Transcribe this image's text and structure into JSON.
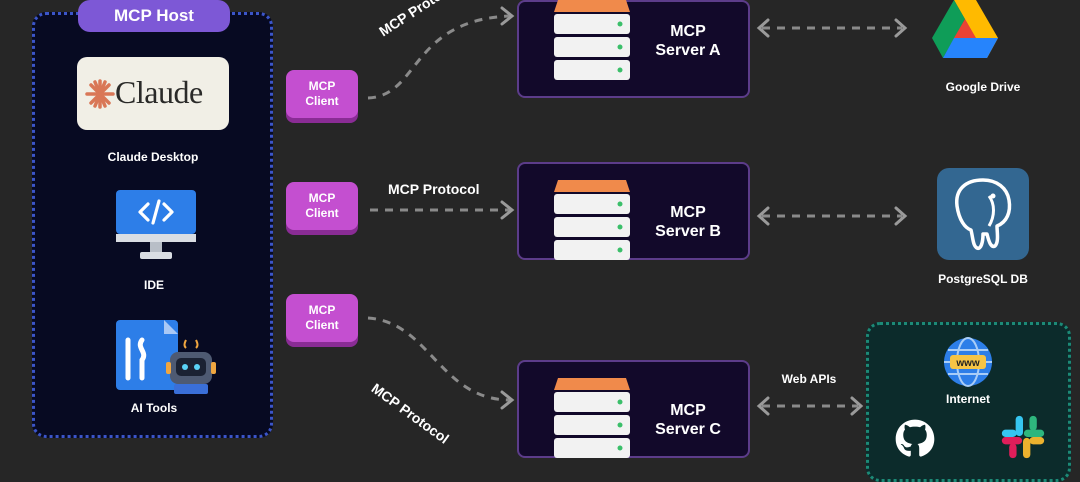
{
  "host": {
    "title": "MCP Host",
    "apps": {
      "claude_logo": "Claude",
      "claude_desktop": "Claude Desktop",
      "ide": "IDE",
      "ai_tools": "AI Tools"
    }
  },
  "clients": [
    {
      "label_line1": "MCP",
      "label_line2": "Client"
    },
    {
      "label_line1": "MCP",
      "label_line2": "Client"
    },
    {
      "label_line1": "MCP",
      "label_line2": "Client"
    }
  ],
  "protocols": {
    "top": "MCP Protocol",
    "middle": "MCP Protocol",
    "bottom": "MCP Protocol"
  },
  "servers": [
    {
      "line1": "MCP",
      "line2": "Server A"
    },
    {
      "line1": "MCP",
      "line2": "Server B"
    },
    {
      "line1": "MCP",
      "line2": "Server C"
    }
  ],
  "resources": {
    "google_drive": "Google Drive",
    "postgres": "PostgreSQL DB",
    "web_apis": "Web APIs",
    "internet": "Internet",
    "www_badge": "www"
  },
  "colors": {
    "background": "#262626",
    "host_border": "#3b55c9",
    "client": "#c44fd0",
    "server_border": "#5c3c8a",
    "server_top": "#f08a4b",
    "web_box_border": "#1c8a77"
  }
}
